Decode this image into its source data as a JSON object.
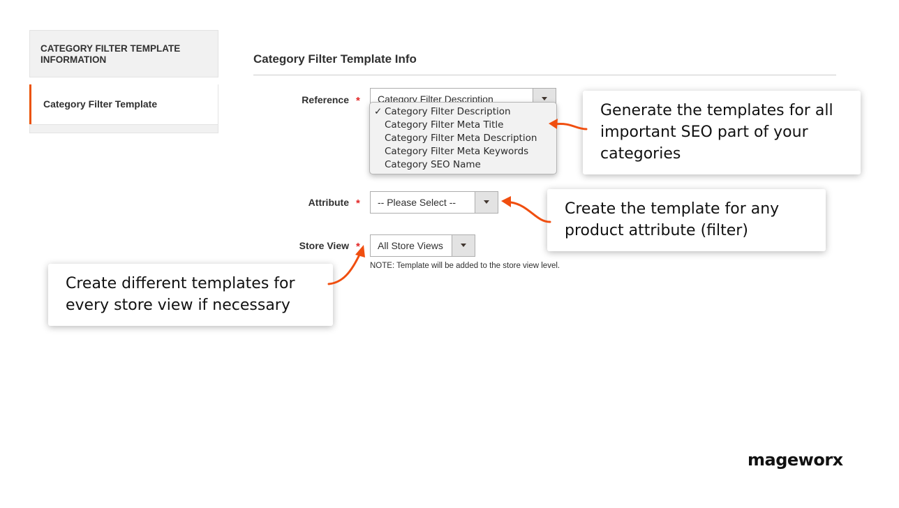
{
  "sidebar": {
    "header": "CATEGORY FILTER TEMPLATE INFORMATION",
    "active_item": "Category Filter Template"
  },
  "section": {
    "title": "Category Filter Template Info"
  },
  "fields": {
    "reference": {
      "label": "Reference",
      "required_mark": "*",
      "value": "Category Filter Description",
      "options": [
        "Category Filter Description",
        "Category Filter Meta Title",
        "Category Filter Meta Description",
        "Category Filter Meta Keywords",
        "Category SEO Name"
      ],
      "check_mark": "✓"
    },
    "attribute": {
      "label": "Attribute",
      "required_mark": "*",
      "value": "-- Please Select --"
    },
    "store_view": {
      "label": "Store View",
      "required_mark": "*",
      "value": "All Store Views",
      "note": "NOTE: Template will be added to the store view level."
    }
  },
  "callouts": {
    "reference": "Generate the templates for all important SEO part of your categories",
    "attribute": "Create the template for any product attribute (filter)",
    "store_view": "Create different templates for every store view if necessary"
  },
  "logo": {
    "text": "mageworx"
  },
  "colors": {
    "accent": "#eb5202",
    "required": "#e22626",
    "arrow": "#f04e0f"
  }
}
